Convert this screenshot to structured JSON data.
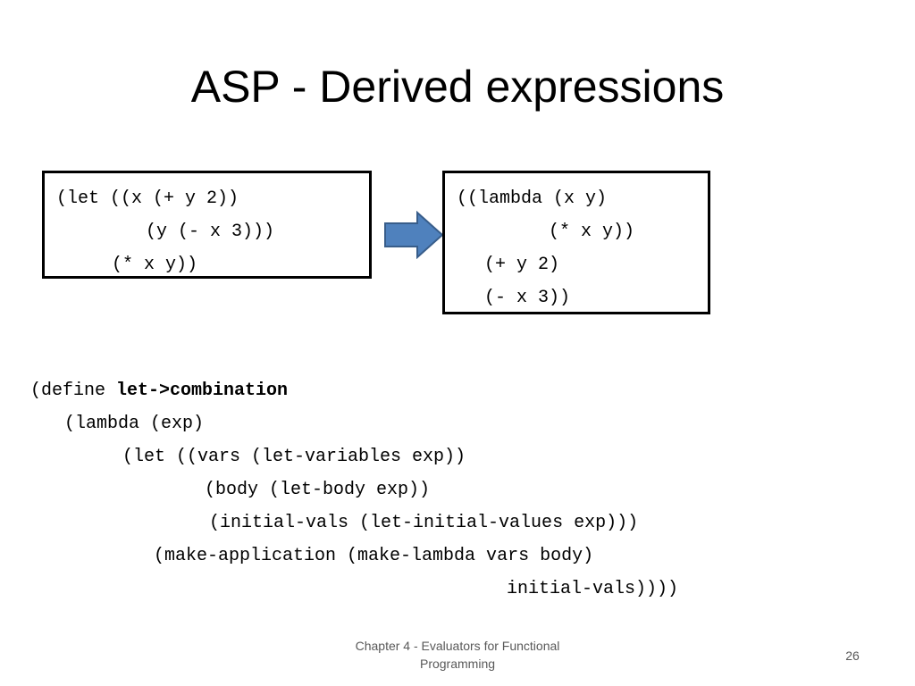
{
  "slide": {
    "title": "ASP - Derived expressions",
    "footer": "Chapter 4 - Evaluators for Functional Programming",
    "page_number": "26"
  },
  "let_box": {
    "lines": [
      "(let ((x (+ y 2))",
      "(y (- x 3)))",
      "(* x y))"
    ]
  },
  "lambda_box": {
    "lines": [
      "((lambda (x y)",
      "(* x y))",
      "(+ y 2)",
      "(- x 3))"
    ]
  },
  "transform_arrow": {
    "fill_color": "#4f81bd",
    "stroke_color": "#385d8a",
    "icon": "right-arrow-icon"
  },
  "define_code": {
    "keyword": "(define ",
    "procedure_name": "let->combination",
    "lines": [
      "(lambda (exp)",
      "(let ((vars (let-variables exp))",
      "(body (let-body exp))",
      "(initial-vals (let-initial-values exp)))",
      "(make-application (make-lambda vars body)",
      "initial-vals))))"
    ]
  }
}
